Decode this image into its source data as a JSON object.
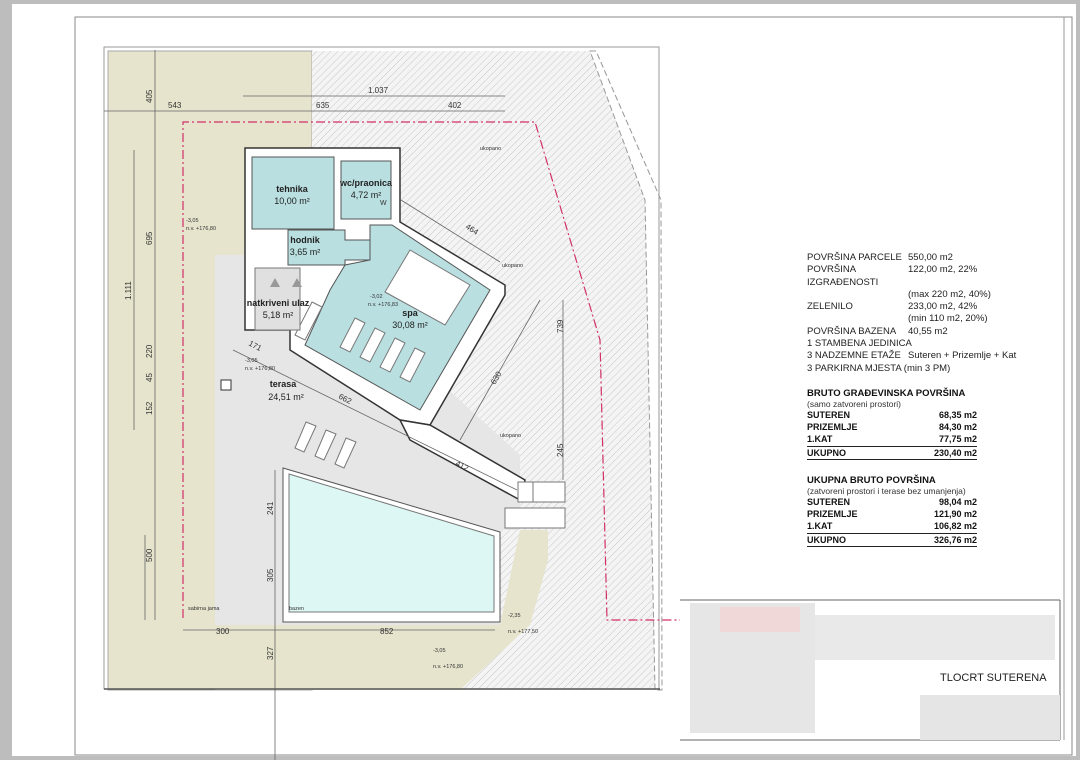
{
  "drawing": {
    "title": "TLOCRT SUTERENA",
    "rooms": [
      {
        "name": "tehnika",
        "area": "10,00 m²"
      },
      {
        "name": "wc/praonica",
        "area": "4,72 m²"
      },
      {
        "name": "hodnik",
        "area": "3,65 m²"
      },
      {
        "name": "natkriveni ulaz",
        "area": "5,18 m²"
      },
      {
        "name": "spa",
        "area": "30,08 m²"
      },
      {
        "name": "terasa",
        "area": "24,51 m²"
      }
    ],
    "labels": {
      "ukopano": "ukopano",
      "sabirna_jama": "sabirna jama",
      "bazen": "bazen",
      "w": "W"
    },
    "levels": [
      {
        "level": "-3,05",
        "nv": "n.v. +176,80"
      },
      {
        "level": "-3,02",
        "nv": "n.v. +176,83"
      },
      {
        "level": "-2,35",
        "nv": "n.v. +177,50"
      }
    ],
    "dimensions": {
      "top": [
        "1.037",
        "543",
        "635",
        "402"
      ],
      "left": [
        "405",
        "695",
        "1.111",
        "220",
        "45",
        "152",
        "500"
      ],
      "diagonal": [
        "464",
        "630",
        "739",
        "245",
        "662",
        "412",
        "171"
      ],
      "pool": [
        "241",
        "305",
        "300",
        "852",
        "327"
      ]
    }
  },
  "summary": {
    "rows": [
      {
        "label": "POVRŠINA PARCELE",
        "value": "550,00 m2"
      },
      {
        "label": "POVRŠINA IZGRAĐENOSTI",
        "value": "122,00 m2, 22%"
      },
      {
        "label": "",
        "value": "(max 220 m2, 40%)"
      },
      {
        "label": "ZELENILO",
        "value": "233,00 m2, 42%"
      },
      {
        "label": "",
        "value": "(min  110 m2, 20%)"
      },
      {
        "label": "POVRŠINA BAZENA",
        "value": " 40,55 m2"
      },
      {
        "label": "1 STAMBENA JEDINICA",
        "value": ""
      },
      {
        "label": "3 NADZEMNE ETAŽE",
        "value": "Suteren + Prizemlje + Kat"
      },
      {
        "label": "3 PARKIRNA MJESTA (min 3 PM)",
        "value": ""
      }
    ]
  },
  "bruto_gradevinska": {
    "title": "BRUTO GRAĐEVINSKA POVRŠINA",
    "subtitle": "(samo zatvoreni prostori)",
    "rows": [
      {
        "label": "SUTEREN",
        "value": "68,35 m2"
      },
      {
        "label": "PRIZEMLJE",
        "value": "84,30 m2"
      },
      {
        "label": "1.KAT",
        "value": "77,75 m2"
      },
      {
        "label": "UKUPNO",
        "value": "230,40 m2"
      }
    ]
  },
  "ukupna_bruto": {
    "title": "UKUPNA BRUTO POVRŠINA",
    "subtitle": "(zatvoreni prostori i terase bez umanjenja)",
    "rows": [
      {
        "label": "SUTEREN",
        "value": "98,04 m2"
      },
      {
        "label": "PRIZEMLJE",
        "value": "121,90 m2"
      },
      {
        "label": "1.KAT",
        "value": "106,82 m2"
      },
      {
        "label": "UKUPNO",
        "value": "326,76 m2"
      }
    ]
  },
  "colors": {
    "green_zone": "#e6e4cc",
    "room_fill": "#b9dfe1",
    "pool_fill": "#dcf7f4",
    "terrace": "#e6e6e6",
    "boundary": "#d2306a"
  }
}
